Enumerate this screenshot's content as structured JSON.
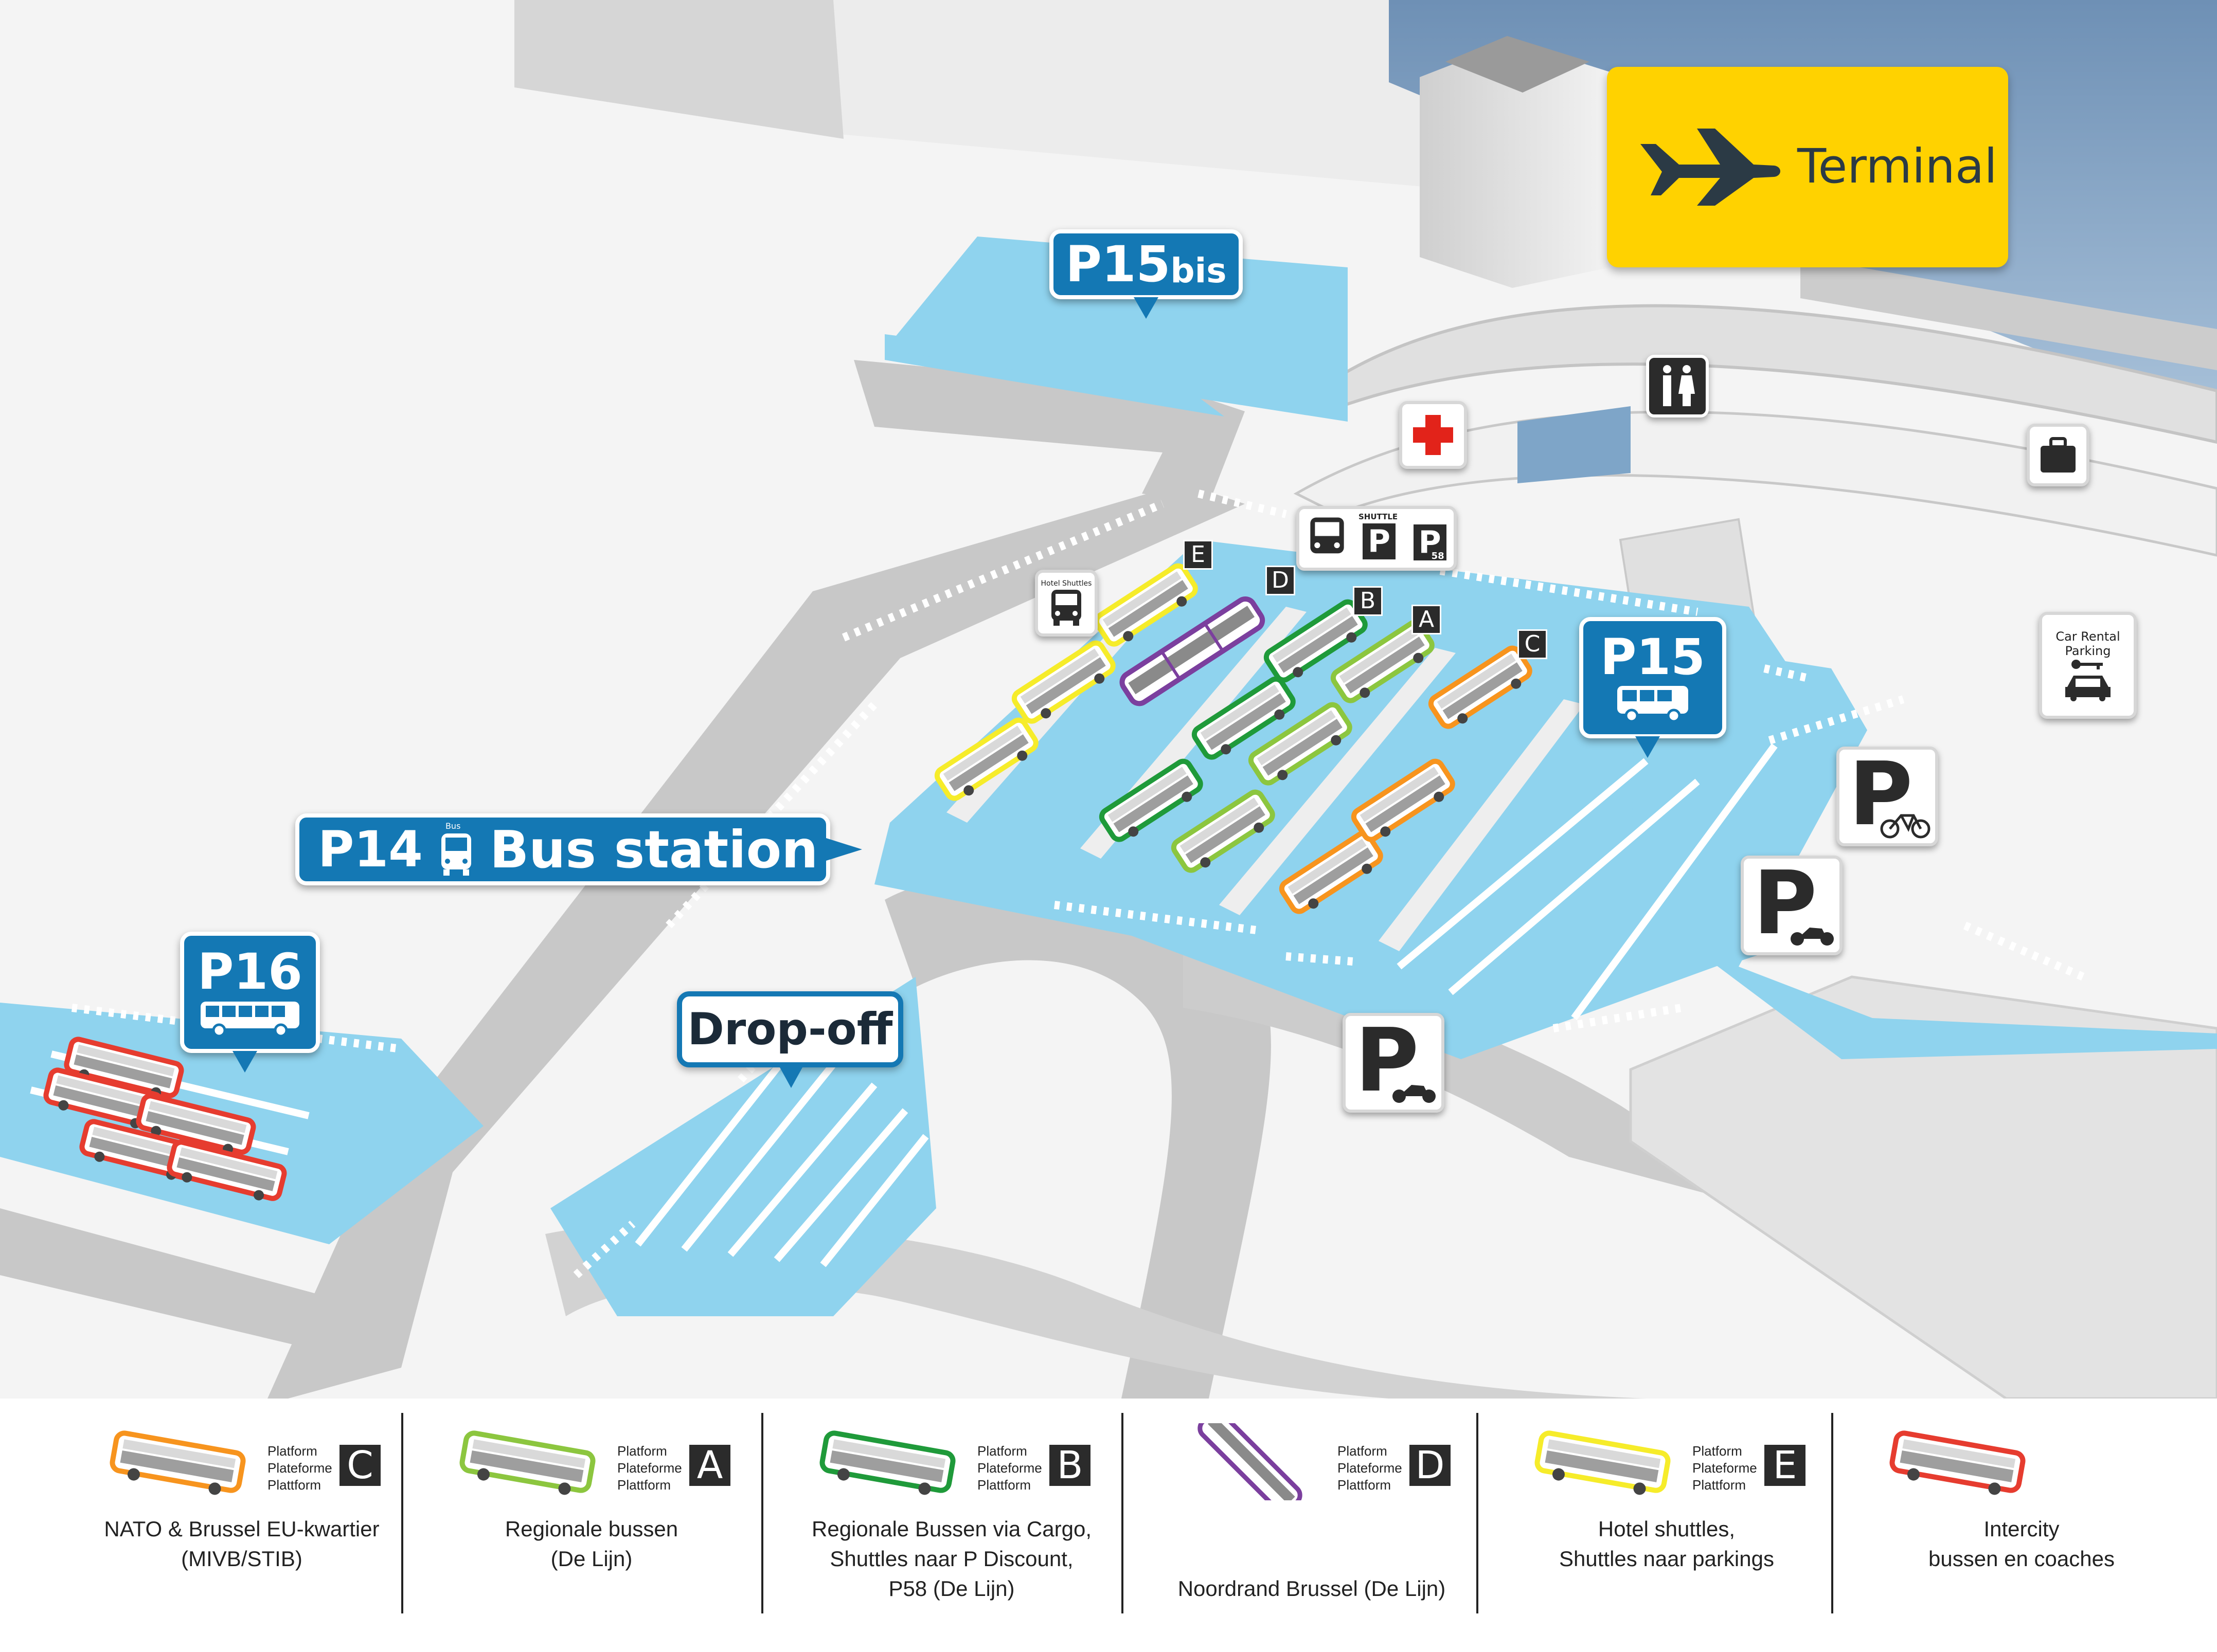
{
  "colors": {
    "zone_blue": "#8fd3ee",
    "sign_blue": "#1478b4",
    "terminal_yellow": "#ffd200",
    "orange": "#f7941e",
    "light_green": "#8cc63f",
    "green": "#1f9a3a",
    "purple": "#7b3f9e",
    "yellow": "#f6ec2a",
    "red": "#e63c2f"
  },
  "signs": {
    "terminal": "Terminal",
    "p15bis_main": "P15",
    "p15bis_suffix": "bis",
    "p15": "P15",
    "p14_code": "P14",
    "p14_label": "Bus station",
    "p14_bus_caption": "Bus",
    "p16": "P16",
    "dropoff": "Drop-off",
    "hotel_shuttles_caption": "Hotel Shuttles",
    "shuttle_caption": "SHUTTLE",
    "parking_letter": "P",
    "p58_caption": "58",
    "car_rental_caption_1": "Car Rental",
    "car_rental_caption_2": "Parking"
  },
  "platform_letters": [
    "E",
    "D",
    "B",
    "A",
    "C"
  ],
  "icons": [
    "airplane-icon",
    "first-aid-icon",
    "toilets-icon",
    "luggage-icon",
    "bus-icon",
    "bicycle-icon",
    "motorcycle-icon",
    "car-icon",
    "key-icon"
  ],
  "legend": [
    {
      "color": "#f7941e",
      "type": "bus",
      "platform_lines": [
        "Platform",
        "Plateforme",
        "Plattform"
      ],
      "letter": "C",
      "desc_lines": [
        "NATO & Brussel EU-kwartier",
        "(MIVB/STIB)"
      ]
    },
    {
      "color": "#8cc63f",
      "type": "bus",
      "platform_lines": [
        "Platform",
        "Plateforme",
        "Plattform"
      ],
      "letter": "A",
      "desc_lines": [
        "Regionale bussen",
        "(De Lijn)"
      ]
    },
    {
      "color": "#1f9a3a",
      "type": "bus",
      "platform_lines": [
        "Platform",
        "Plateforme",
        "Plattform"
      ],
      "letter": "B",
      "desc_lines": [
        "Regionale Bussen via Cargo,",
        "Shuttles naar P Discount,",
        "P58 (De Lijn)"
      ]
    },
    {
      "color": "#7b3f9e",
      "type": "tram",
      "platform_lines": [
        "Platform",
        "Plateforme",
        "Plattform"
      ],
      "letter": "D",
      "desc_lines": [
        "",
        "",
        "Noordrand Brussel (De Lijn)"
      ]
    },
    {
      "color": "#f6ec2a",
      "type": "bus",
      "platform_lines": [
        "Platform",
        "Plateforme",
        "Plattform"
      ],
      "letter": "E",
      "desc_lines": [
        "Hotel shuttles,",
        "Shuttles naar parkings"
      ]
    },
    {
      "color": "#e63c2f",
      "type": "bus",
      "platform_lines": [],
      "letter": "",
      "desc_lines": [
        "Intercity",
        "bussen en coaches"
      ]
    }
  ]
}
